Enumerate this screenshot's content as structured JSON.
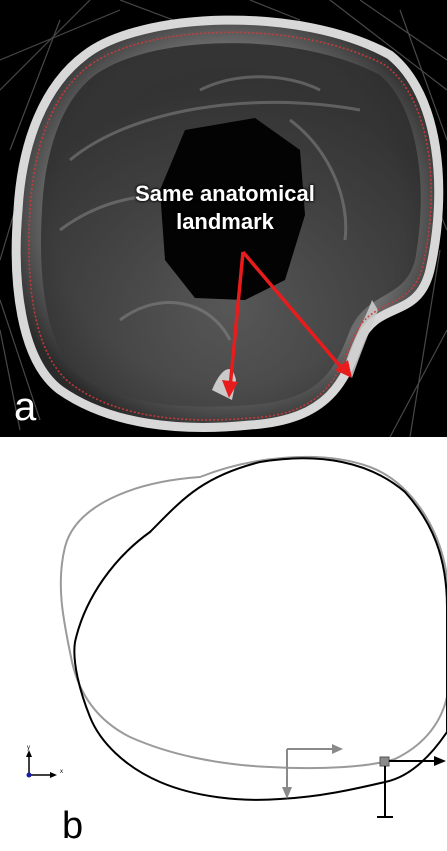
{
  "panel_a": {
    "letter": "a",
    "annotation_line1": "Same anatomical",
    "annotation_line2": "landmark",
    "arrow_color": "#e81c1c",
    "contour_color": "#d23a3a"
  },
  "panel_b": {
    "letter": "b",
    "axis_x": "x",
    "axis_y": "y",
    "contour_gray_color": "#9a9a9a",
    "contour_black_color": "#000000",
    "axis_origin_color": "#1a1aa8"
  }
}
